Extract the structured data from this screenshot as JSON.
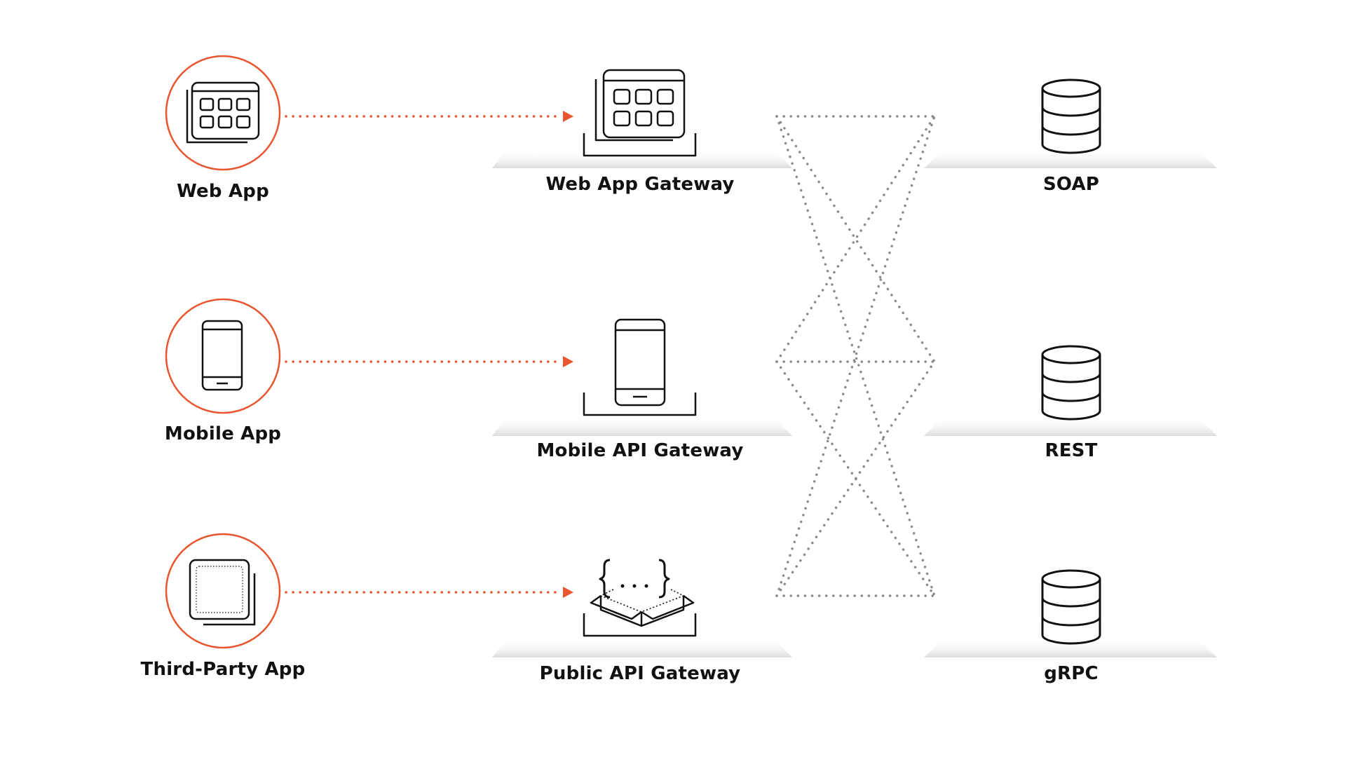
{
  "colors": {
    "accent": "#e8552f",
    "ink": "#111111",
    "dotted": "#8a8a8a",
    "shelf": "#d9d9d9"
  },
  "clients": [
    {
      "label": "Web App",
      "icon": "web-app-grid-icon"
    },
    {
      "label": "Mobile App",
      "icon": "mobile-phone-icon"
    },
    {
      "label": "Third-Party App",
      "icon": "third-party-square-icon"
    }
  ],
  "gateways": [
    {
      "label": "Web App Gateway",
      "icon": "web-app-grid-icon"
    },
    {
      "label": "Mobile API Gateway",
      "icon": "mobile-phone-icon"
    },
    {
      "label": "Public API Gateway",
      "icon": "api-box-icon"
    }
  ],
  "backends": [
    {
      "label": "SOAP",
      "icon": "database-icon"
    },
    {
      "label": "REST",
      "icon": "database-icon"
    },
    {
      "label": "gRPC",
      "icon": "database-icon"
    }
  ]
}
